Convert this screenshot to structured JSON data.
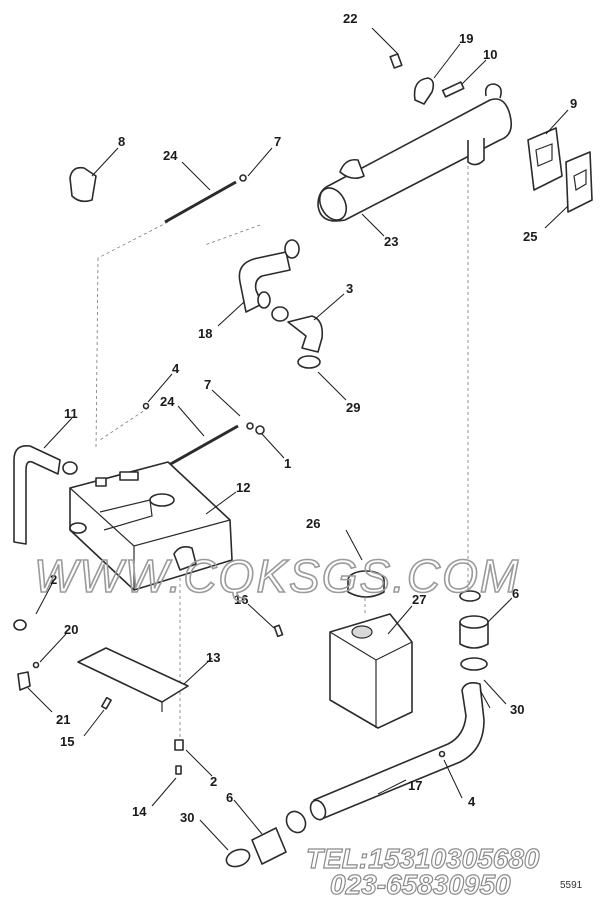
{
  "callouts": {
    "c1": "1",
    "c2": "2",
    "c2b": "2",
    "c3": "3",
    "c4": "4",
    "c4b": "4",
    "c6": "6",
    "c6b": "6",
    "c7": "7",
    "c7b": "7",
    "c8": "8",
    "c9": "9",
    "c10": "10",
    "c11": "11",
    "c12": "12",
    "c13": "13",
    "c14": "14",
    "c15": "15",
    "c16": "16",
    "c17": "17",
    "c18": "18",
    "c19": "19",
    "c20": "20",
    "c21": "21",
    "c22": "22",
    "c23": "23",
    "c24": "24",
    "c24b": "24",
    "c25": "25",
    "c26": "26",
    "c27": "27",
    "c29": "29",
    "c30": "30",
    "c30b": "30"
  },
  "watermark": {
    "site": "WWW.CQKSGS.COM",
    "tel": "TEL:15310305680",
    "phone": "023-65830950"
  },
  "corner_code": "5591"
}
